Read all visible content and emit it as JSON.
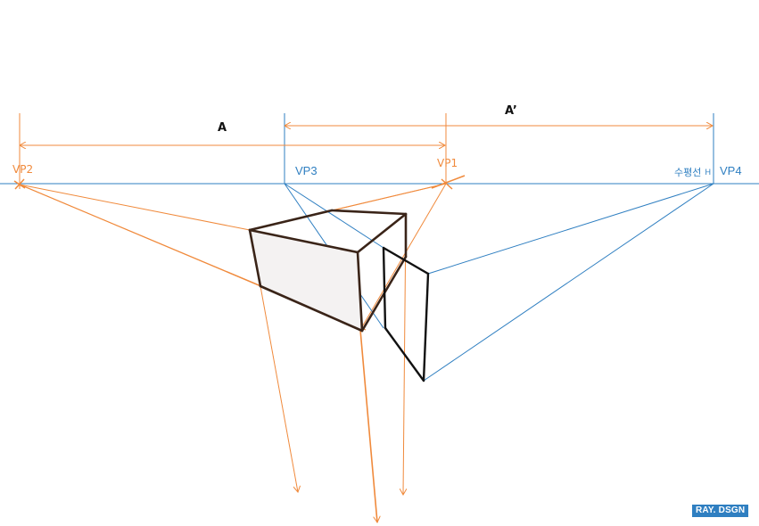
{
  "labels": {
    "dim_a": "A",
    "dim_a_prime": "A’",
    "vp1": "VP1",
    "vp2": "VP2",
    "vp3": "VP3",
    "vp4": "VP4",
    "horizon_note": "수평선",
    "horizon_h": "H"
  },
  "watermark": "RAY. DSGN",
  "colors": {
    "blue": "#2f7fc1",
    "orange": "#f08a3c",
    "brown": "#3a2418",
    "black": "#111111",
    "face_fill": "#f4f2f2"
  }
}
